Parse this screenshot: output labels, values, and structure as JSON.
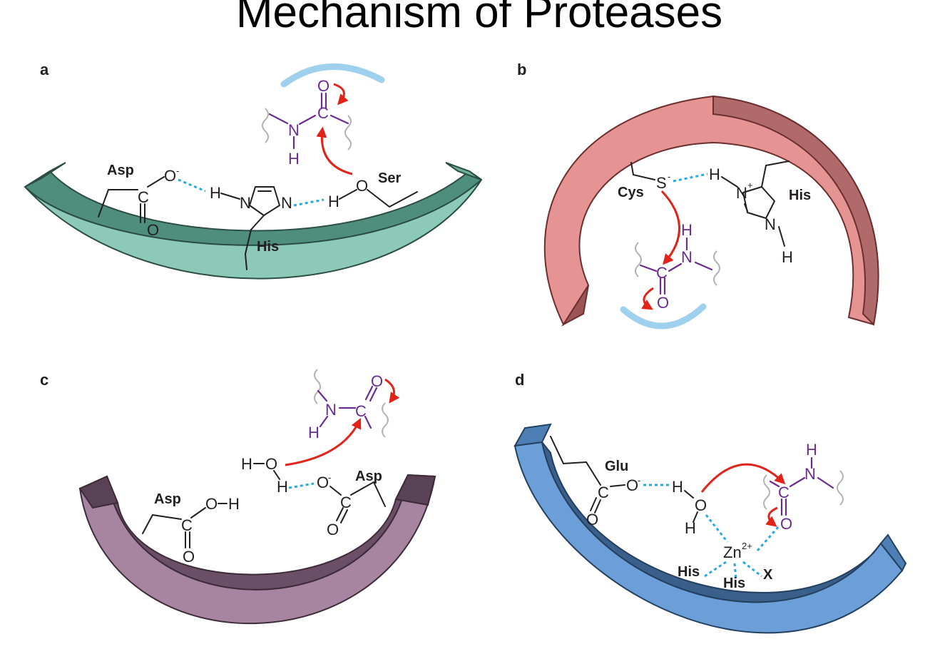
{
  "title": "Mechanism of Proteases",
  "colors": {
    "panel_a_band": "#8cc9b7",
    "panel_b_band": "#e59393",
    "panel_c_band": "#a7849f",
    "panel_d_band": "#6c9fd8",
    "hydrogen_bond": "#27a9e1",
    "electron_arrow": "#e2231a",
    "substrate_atoms": "#6a2c91"
  },
  "panels": {
    "a": {
      "label": "a",
      "residues": {
        "asp": "Asp",
        "his": "His",
        "ser": "Ser"
      },
      "atoms": {
        "o": "O",
        "c": "C",
        "h": "H",
        "n": "N",
        "charge": "-"
      }
    },
    "b": {
      "label": "b",
      "residues": {
        "cys": "Cys",
        "his": "His"
      },
      "atoms": {
        "s": "S",
        "o": "O",
        "c": "C",
        "h": "H",
        "n": "N",
        "charge_minus": "-",
        "charge_plus": "+"
      }
    },
    "c": {
      "label": "c",
      "residues": {
        "asp_left": "Asp",
        "asp_right": "Asp"
      },
      "atoms": {
        "o": "O",
        "c": "C",
        "h": "H",
        "n": "N",
        "charge": "-"
      }
    },
    "d": {
      "label": "d",
      "residues": {
        "glu": "Glu",
        "his1": "His",
        "his2": "His",
        "x": "X"
      },
      "atoms": {
        "o": "O",
        "c": "C",
        "h": "H",
        "n": "N",
        "zn": "Zn",
        "zn_charge": "2+",
        "charge": "-"
      }
    }
  }
}
